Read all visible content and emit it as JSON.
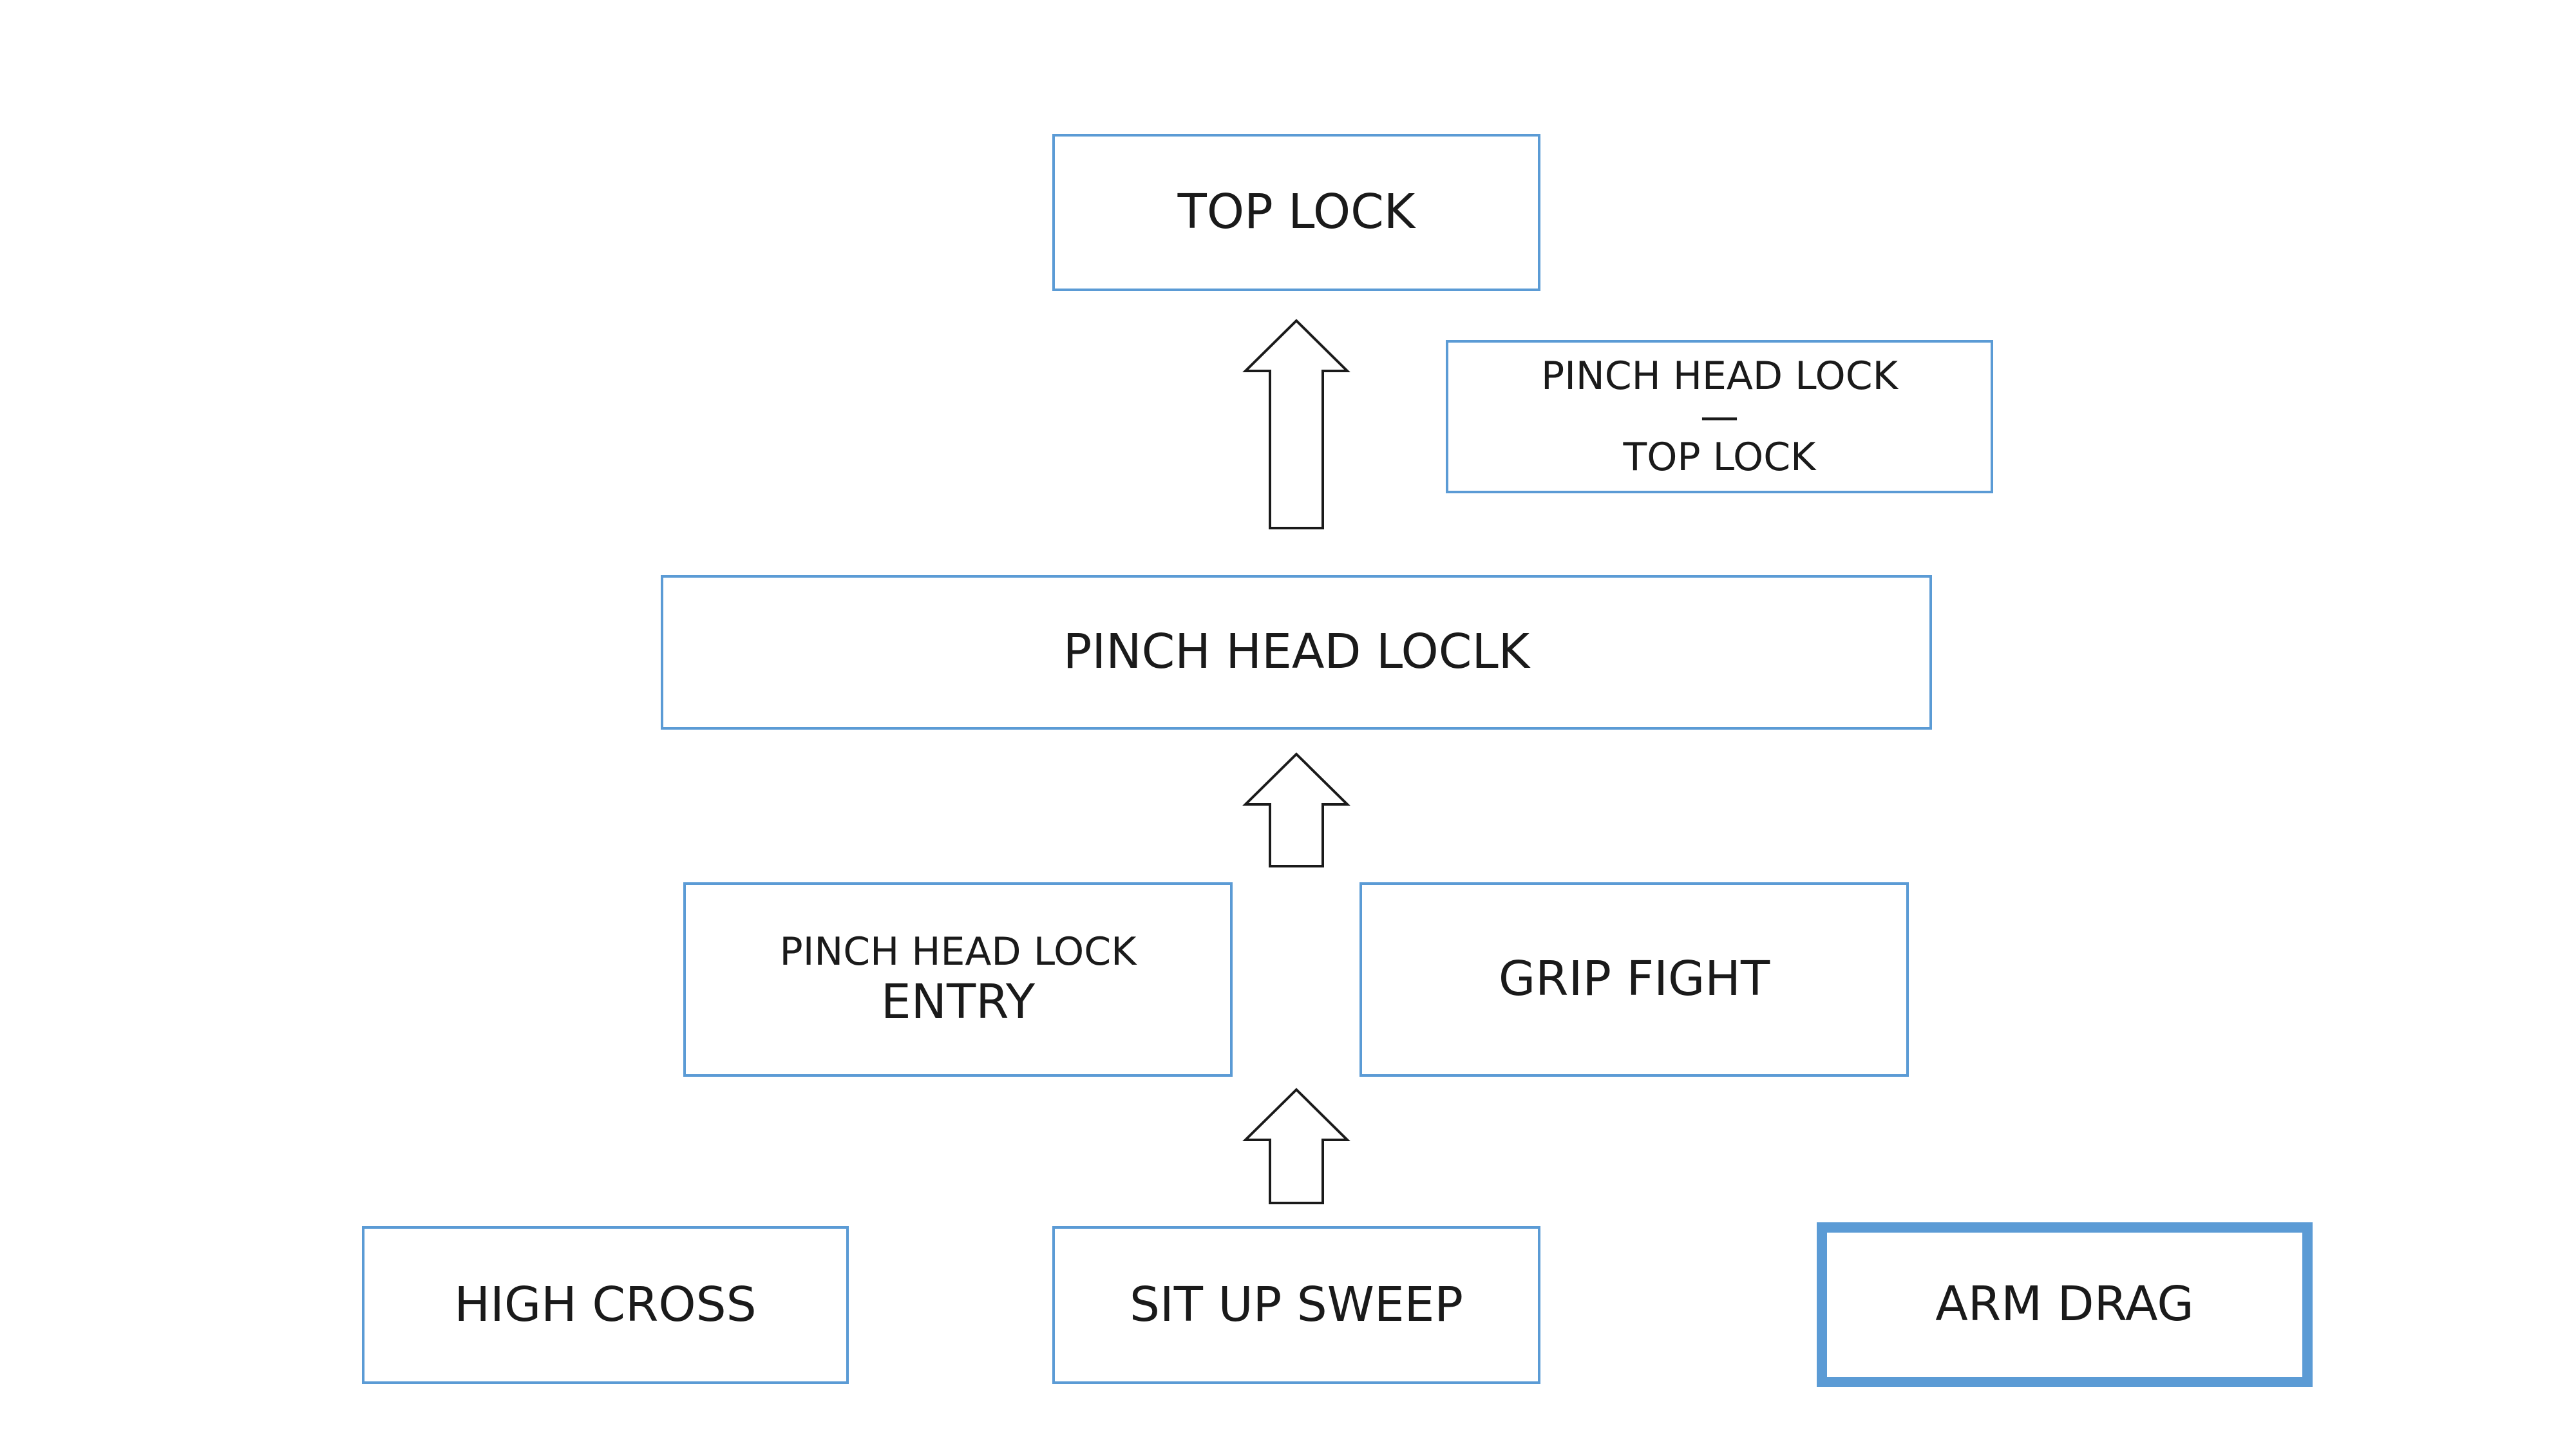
{
  "diagram": {
    "nodes": {
      "top_lock": {
        "label": "TOP LOCK"
      },
      "note": {
        "line1": "PINCH HEAD LOCK",
        "dash": "—",
        "line2": "TOP LOCK"
      },
      "pinch_head_loclk": {
        "label": "PINCH HEAD LOCLK"
      },
      "entry": {
        "line1": "PINCH HEAD LOCK",
        "line2": "ENTRY"
      },
      "grip_fight": {
        "label": "GRIP FIGHT"
      },
      "high_cross": {
        "label": "HIGH CROSS"
      },
      "sit_up_sweep": {
        "label": "SIT UP SWEEP"
      },
      "arm_drag": {
        "label": "ARM DRAG"
      }
    },
    "colors": {
      "border": "#5b9bd5",
      "arrow_stroke": "#1a1a1a",
      "text": "#1a1a1a"
    }
  }
}
